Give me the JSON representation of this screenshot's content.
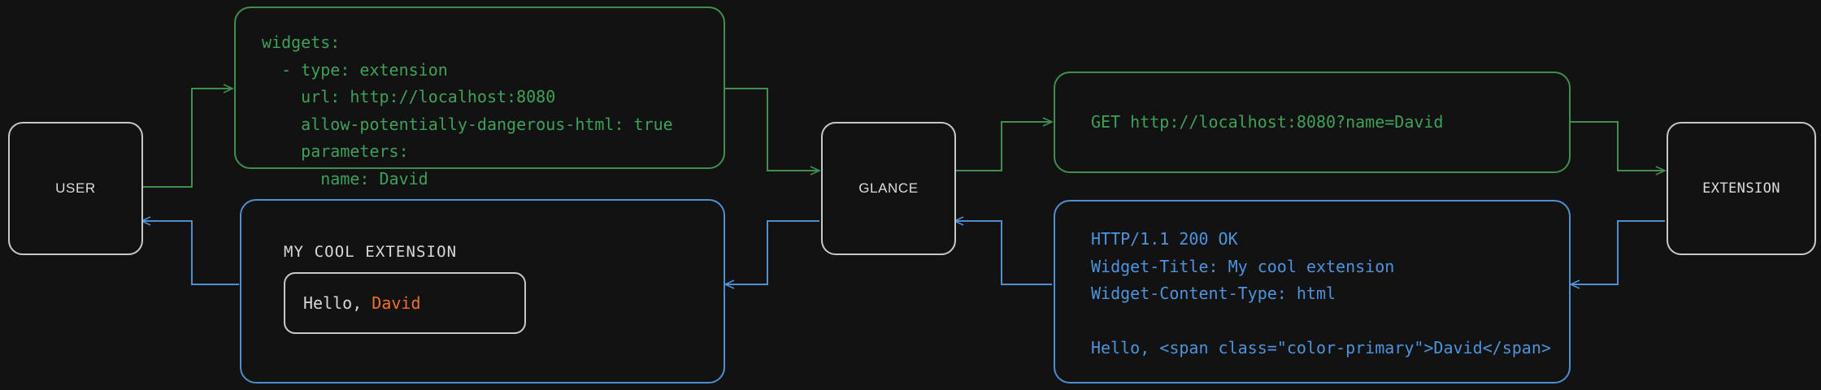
{
  "theme": {
    "background": "#121212",
    "node_border": "#c8c8c8",
    "request_color": "#3fa05a",
    "response_color": "#4d93dd",
    "accent_color": "#f0702a",
    "text_color": "#dcdcdc"
  },
  "nodes": {
    "user": {
      "label": "USER"
    },
    "glance": {
      "label": "GLANCE"
    },
    "extension": {
      "label": "EXTENSION"
    }
  },
  "panels": {
    "config": {
      "kind": "request",
      "color": "#3fa05a",
      "code": "widgets:\n  - type: extension\n    url: http://localhost:8080\n    allow-potentially-dangerous-html: true\n    parameters:\n      name: David"
    },
    "http_request": {
      "kind": "request",
      "color": "#3fa05a",
      "code": "GET http://localhost:8080?name=David"
    },
    "http_response": {
      "kind": "response",
      "color": "#4d93dd",
      "code": "HTTP/1.1 200 OK\nWidget-Title: My cool extension\nWidget-Content-Type: html\n\nHello, <span class=\"color-primary\">David</span>"
    },
    "rendered_widget": {
      "kind": "response",
      "color": "#4d93dd",
      "title": "MY COOL EXTENSION",
      "card_text_plain": "Hello, ",
      "card_text_accent": "David"
    }
  },
  "edges": [
    {
      "name": "user-to-config",
      "from": "user",
      "to": "config",
      "color": "#3fa05a"
    },
    {
      "name": "config-to-glance",
      "from": "config",
      "to": "glance",
      "color": "#3fa05a"
    },
    {
      "name": "glance-to-request",
      "from": "glance",
      "to": "http_request",
      "color": "#3fa05a"
    },
    {
      "name": "request-to-extension",
      "from": "http_request",
      "to": "extension",
      "color": "#3fa05a"
    },
    {
      "name": "extension-to-response",
      "from": "extension",
      "to": "http_response",
      "color": "#4d93dd"
    },
    {
      "name": "response-to-glance",
      "from": "http_response",
      "to": "glance",
      "color": "#4d93dd"
    },
    {
      "name": "glance-to-widget",
      "from": "glance",
      "to": "rendered_widget",
      "color": "#4d93dd"
    },
    {
      "name": "widget-to-user",
      "from": "rendered_widget",
      "to": "user",
      "color": "#4d93dd"
    }
  ]
}
